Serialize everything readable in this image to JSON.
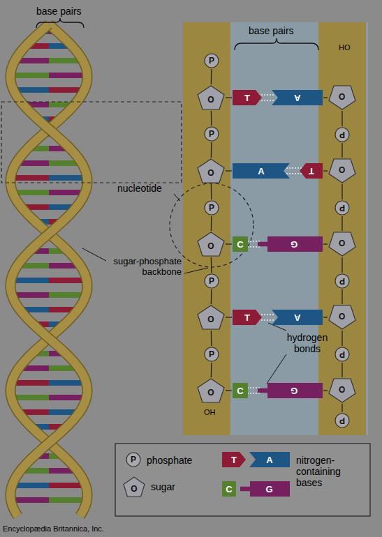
{
  "diagram": {
    "caption": "Encyclopædia Britannica, Inc.",
    "nodes": [
      {
        "text": [
          "P"
        ]
      },
      {
        "text": [
          "O"
        ]
      },
      {
        "text": [
          "T"
        ]
      },
      {
        "text": [
          "A"
        ]
      },
      {
        "text": [
          "O"
        ]
      },
      {
        "text": [
          "P"
        ]
      },
      {
        "text": [
          "P"
        ]
      },
      {
        "text": [
          "O"
        ]
      },
      {
        "text": [
          "A"
        ]
      },
      {
        "text": [
          "T"
        ]
      },
      {
        "text": [
          "O"
        ]
      },
      {
        "text": [
          "P"
        ]
      },
      {
        "text": [
          "P"
        ]
      },
      {
        "text": [
          "O"
        ]
      },
      {
        "text": [
          "C"
        ]
      },
      {
        "text": [
          "G"
        ]
      },
      {
        "text": [
          "O"
        ]
      },
      {
        "text": [
          "P"
        ]
      },
      {
        "text": [
          "P"
        ]
      },
      {
        "text": [
          "O"
        ]
      },
      {
        "text": [
          "T"
        ]
      },
      {
        "text": [
          "A"
        ]
      },
      {
        "text": [
          "O"
        ]
      },
      {
        "text": [
          "P"
        ]
      },
      {
        "text": [
          "P"
        ]
      },
      {
        "text": [
          "O"
        ]
      },
      {
        "text": [
          "C"
        ]
      },
      {
        "text": [
          "G"
        ]
      },
      {
        "text": [
          "O"
        ]
      },
      {
        "text": [
          "P"
        ]
      },
      {
        "text": [
          "P"
        ]
      },
      {
        "text": [
          "O"
        ]
      },
      {
        "text": [
          "T"
        ]
      },
      {
        "text": [
          "A"
        ]
      },
      {
        "text": [
          "C"
        ]
      },
      {
        "text": [
          "G"
        ]
      }
    ],
    "edges": [
      {
        "from": 2,
        "to": 3,
        "arrow": "none"
      },
      {
        "from": 8,
        "to": 9,
        "arrow": "none"
      },
      {
        "from": 14,
        "to": 15,
        "arrow": "none"
      },
      {
        "from": 20,
        "to": 21,
        "arrow": "none"
      },
      {
        "from": 26,
        "to": 27,
        "arrow": "none"
      },
      {
        "from": 0,
        "to": 1,
        "arrow": "none"
      },
      {
        "from": 1,
        "to": 6,
        "arrow": "none"
      },
      {
        "from": 6,
        "to": 7,
        "arrow": "none"
      },
      {
        "from": 7,
        "to": 12,
        "arrow": "none"
      },
      {
        "from": 12,
        "to": 13,
        "arrow": "none"
      },
      {
        "from": 13,
        "to": 18,
        "arrow": "none"
      },
      {
        "from": 18,
        "to": 19,
        "arrow": "none"
      },
      {
        "from": 19,
        "to": 24,
        "arrow": "none"
      },
      {
        "from": 24,
        "to": 25,
        "arrow": "none"
      },
      {
        "from": 4,
        "to": 5,
        "arrow": "none"
      },
      {
        "from": 5,
        "to": 10,
        "arrow": "none"
      },
      {
        "from": 10,
        "to": 11,
        "arrow": "none"
      },
      {
        "from": 11,
        "to": 16,
        "arrow": "none"
      },
      {
        "from": 16,
        "to": 17,
        "arrow": "none"
      },
      {
        "from": 17,
        "to": 22,
        "arrow": "none"
      },
      {
        "from": 22,
        "to": 23,
        "arrow": "none"
      },
      {
        "from": 23,
        "to": 28,
        "arrow": "none"
      },
      {
        "from": 28,
        "to": 29,
        "arrow": "none"
      },
      {
        "from": 1,
        "to": 2,
        "arrow": "none"
      },
      {
        "from": 3,
        "to": 4,
        "arrow": "none"
      },
      {
        "from": 7,
        "to": 8,
        "arrow": "none"
      },
      {
        "from": 9,
        "to": 10,
        "arrow": "none"
      },
      {
        "from": 13,
        "to": 14,
        "arrow": "none"
      },
      {
        "from": 15,
        "to": 16,
        "arrow": "none"
      },
      {
        "from": 19,
        "to": 20,
        "arrow": "none"
      },
      {
        "from": 21,
        "to": 22,
        "arrow": "none"
      },
      {
        "from": 25,
        "to": 26,
        "arrow": "none"
      },
      {
        "from": 27,
        "to": 28,
        "arrow": "none"
      }
    ],
    "labels": [
      "base pairs",
      "base pairs",
      "HO",
      "OH",
      "nucleotide",
      "sugar-phosphate backbone",
      "hydrogen bonds"
    ],
    "legend": [
      {
        "text": "phosphate"
      },
      {
        "text": "sugar"
      },
      {
        "text": "nitrogen-containing bases"
      }
    ]
  }
}
